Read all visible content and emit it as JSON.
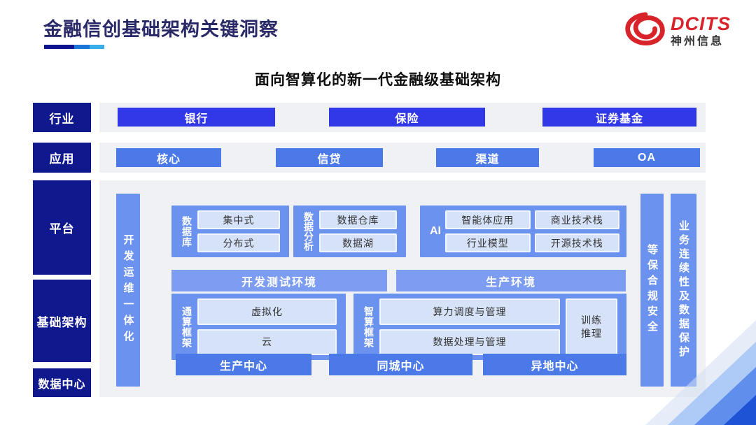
{
  "page": {
    "title": "金融信创基础架构关键洞察",
    "subtitle": "面向智算化的新一代金融级基础架构"
  },
  "logo": {
    "brand": "DCITS",
    "company": "神州信息"
  },
  "row_labels": {
    "industry": "行业",
    "application": "应用",
    "platform": "平台",
    "infrastructure": "基础架构",
    "datacenter": "数据中心"
  },
  "industry_items": [
    "银行",
    "保险",
    "证券基金"
  ],
  "application_items": [
    "核心",
    "信贷",
    "渠道",
    "OA"
  ],
  "platform": {
    "devops_bar": "开发运维一体化",
    "database": {
      "label": "数据库",
      "items": [
        "集中式",
        "分布式"
      ]
    },
    "analytics": {
      "label": "数据分析",
      "items": [
        "数据仓库",
        "数据湖"
      ]
    },
    "ai": {
      "label": "AI",
      "items": [
        "智能体应用",
        "商业技术栈",
        "行业模型",
        "开源技术栈"
      ]
    },
    "environments": [
      "开发测试环境",
      "生产环境"
    ],
    "general_compute": {
      "label": "通算框架",
      "items": [
        "虚拟化",
        "云"
      ]
    },
    "smart_compute": {
      "label": "智算框架",
      "items": [
        "算力调度与管理",
        "数据处理与管理"
      ],
      "side_box": "训练\n推理"
    },
    "security_bar": "等保合规安全",
    "continuity_bar": "业务连续性及数据保护"
  },
  "datacenter_items": [
    "生产中心",
    "同城中心",
    "异地中心"
  ],
  "colors": {
    "label_navy": "#10188E",
    "title_navy": "#2B2A68",
    "industry_button_blue": "#3238E8",
    "application_button_blue": "#4B79E8",
    "block_blue": "#6B92EF",
    "env_bar_blue": "#7C9DF1",
    "inner_box_blue": "#D6E2F8",
    "panel_gray": "#F0F1F4",
    "logo_red": "#D8232A",
    "corner_dark_blue": "#1E53D5"
  }
}
